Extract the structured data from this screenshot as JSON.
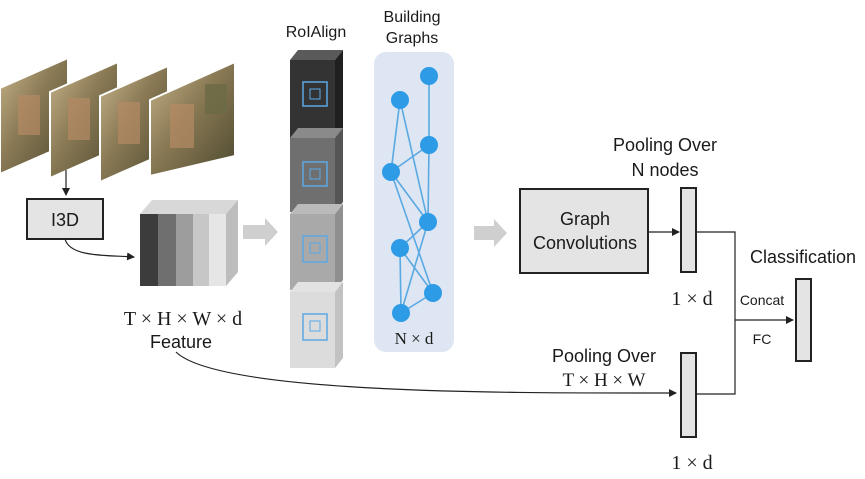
{
  "labels": {
    "roialign": "RoIAlign",
    "building_line1": "Building",
    "building_line2": "Graphs",
    "i3d": "I3D",
    "feature_dims": "T × H × W × d",
    "feature_word": "Feature",
    "graph_nodes_dims": "N × d",
    "graph_conv_line1": "Graph",
    "graph_conv_line2": "Convolutions",
    "pool_nodes_line1": "Pooling Over",
    "pool_nodes_line2": "N nodes",
    "pool_st_line1": "Pooling Over",
    "pool_st_line2": "T × H × W",
    "vec_top": "1 × d",
    "vec_bottom": "1 × d",
    "classification": "Classification",
    "concat": "Concat",
    "fc": "FC"
  },
  "colors": {
    "graph_panel": "#dde6f2",
    "node": "#2e9be6",
    "edge": "#5aa9e3",
    "box_fill": "#e4e4e4",
    "box_stroke": "#222222",
    "arrow_gray": "#cfcfcf"
  },
  "icons": {
    "video_frames": "video-frames-icon",
    "feature_volume": "feature-volume-icon",
    "roi_features": "roi-feature-icon"
  }
}
